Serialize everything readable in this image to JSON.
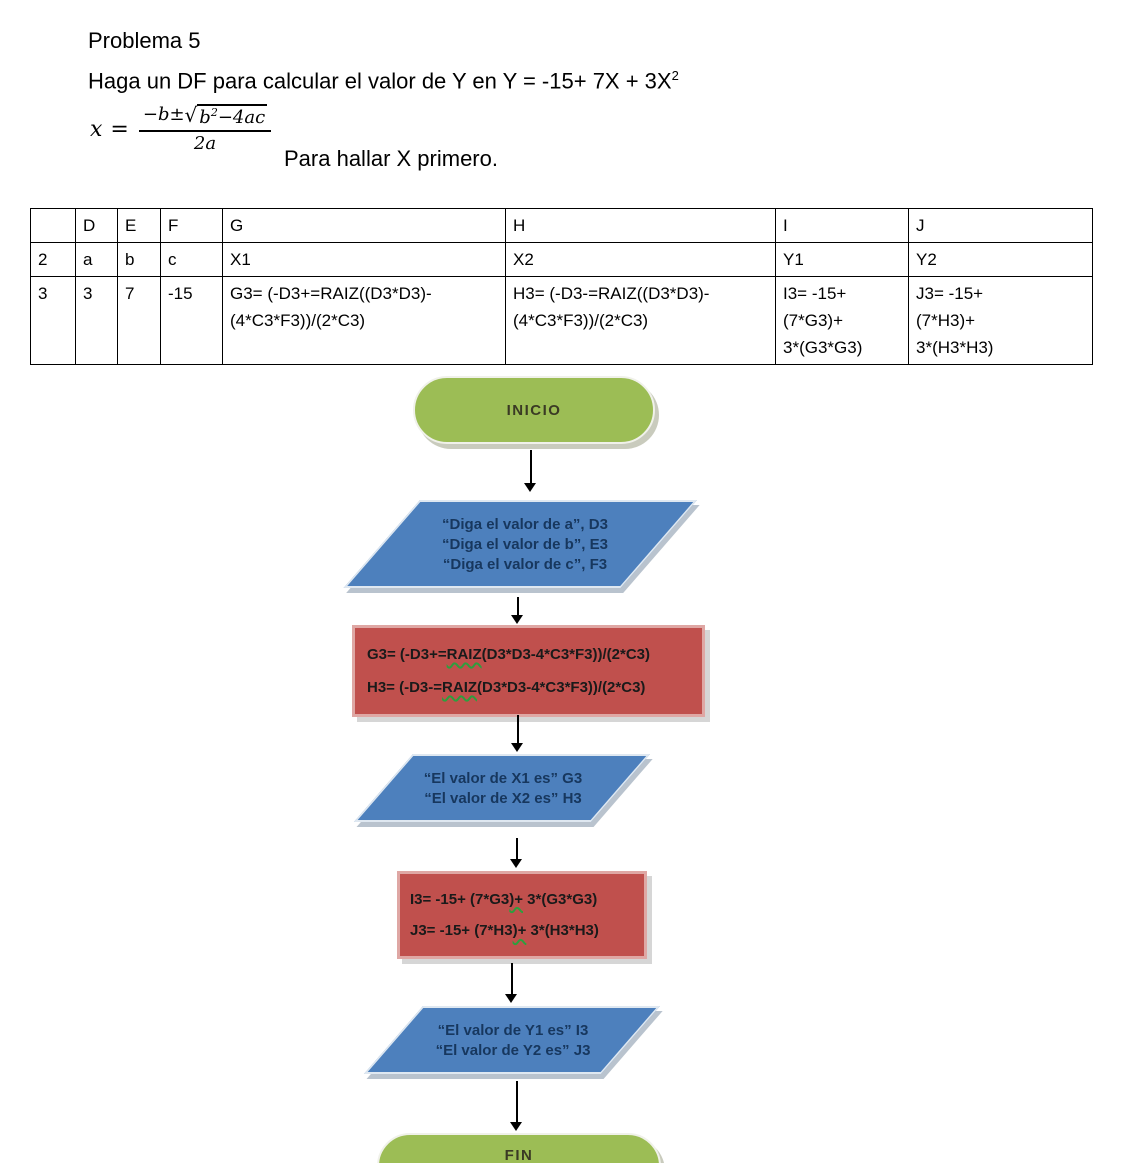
{
  "header": {
    "title": "Problema 5",
    "subtitle_main": "Haga un DF para calcular el valor de Y en Y = -15+ 7X + 3X",
    "subtitle_sup": "2",
    "caption": "Para hallar X primero."
  },
  "formula": {
    "lhs": "x",
    "equals": "=",
    "num_prefix": "−b±",
    "radical": "√",
    "radicand_base": "b",
    "radicand_sup": "2",
    "radicand_rest": "−4ac",
    "denominator": "2a"
  },
  "table": {
    "header": [
      "",
      "D",
      "E",
      "F",
      "G",
      "H",
      "I",
      "J"
    ],
    "rows": [
      [
        "2",
        "a",
        "b",
        "c",
        "X1",
        "X2",
        "Y1",
        "Y2"
      ],
      [
        "3",
        "3",
        "7",
        "-15",
        "G3= (-D3+=RAIZ((D3*D3)-\n(4*C3*F3))/(2*C3)",
        "H3= (-D3-=RAIZ((D3*D3)-\n(4*C3*F3))/(2*C3)",
        "I3= -15+\n(7*G3)+\n3*(G3*G3)",
        "J3= -15+\n(7*H3)+\n3*(H3*H3)"
      ]
    ]
  },
  "flowchart": {
    "start_label": "INICIO",
    "end_label": "FIN",
    "input1_lines": [
      "“Diga el valor de a”, D3",
      "“Diga el valor de b”, E3",
      "“Diga el valor de c”, F3"
    ],
    "process1": {
      "line1_pre": "G3= (-D3+=",
      "line1_kw": "RAIZ",
      "line1_post": "(D3*D3-4*C3*F3))/(2*C3)",
      "line2_pre": "H3= (-D3-=",
      "line2_kw": "RAIZ",
      "line2_post": "(D3*D3-4*C3*F3))/(2*C3)"
    },
    "output1_lines": [
      "“El valor de X1 es” G3",
      "“El valor de X2 es” H3"
    ],
    "process2": {
      "line1_pre": "I3= -15+ (7*G3",
      "line1_kw": ")+",
      "line1_post": " 3*(G3*G3)",
      "line2_pre": "J3= -15+ (7*H3",
      "line2_kw": ")+",
      "line2_post": " 3*(H3*H3)"
    },
    "output2_lines": [
      "“El valor de Y1 es” I3",
      "“El valor de Y2 es” J3"
    ]
  },
  "colors": {
    "terminator_fill": "#9cbd55",
    "io_fill": "#4d80bd",
    "process_fill": "#c0504d",
    "process_border": "#dfa7a4",
    "squiggle": "#2e9e3e",
    "arrow": "#000000"
  }
}
